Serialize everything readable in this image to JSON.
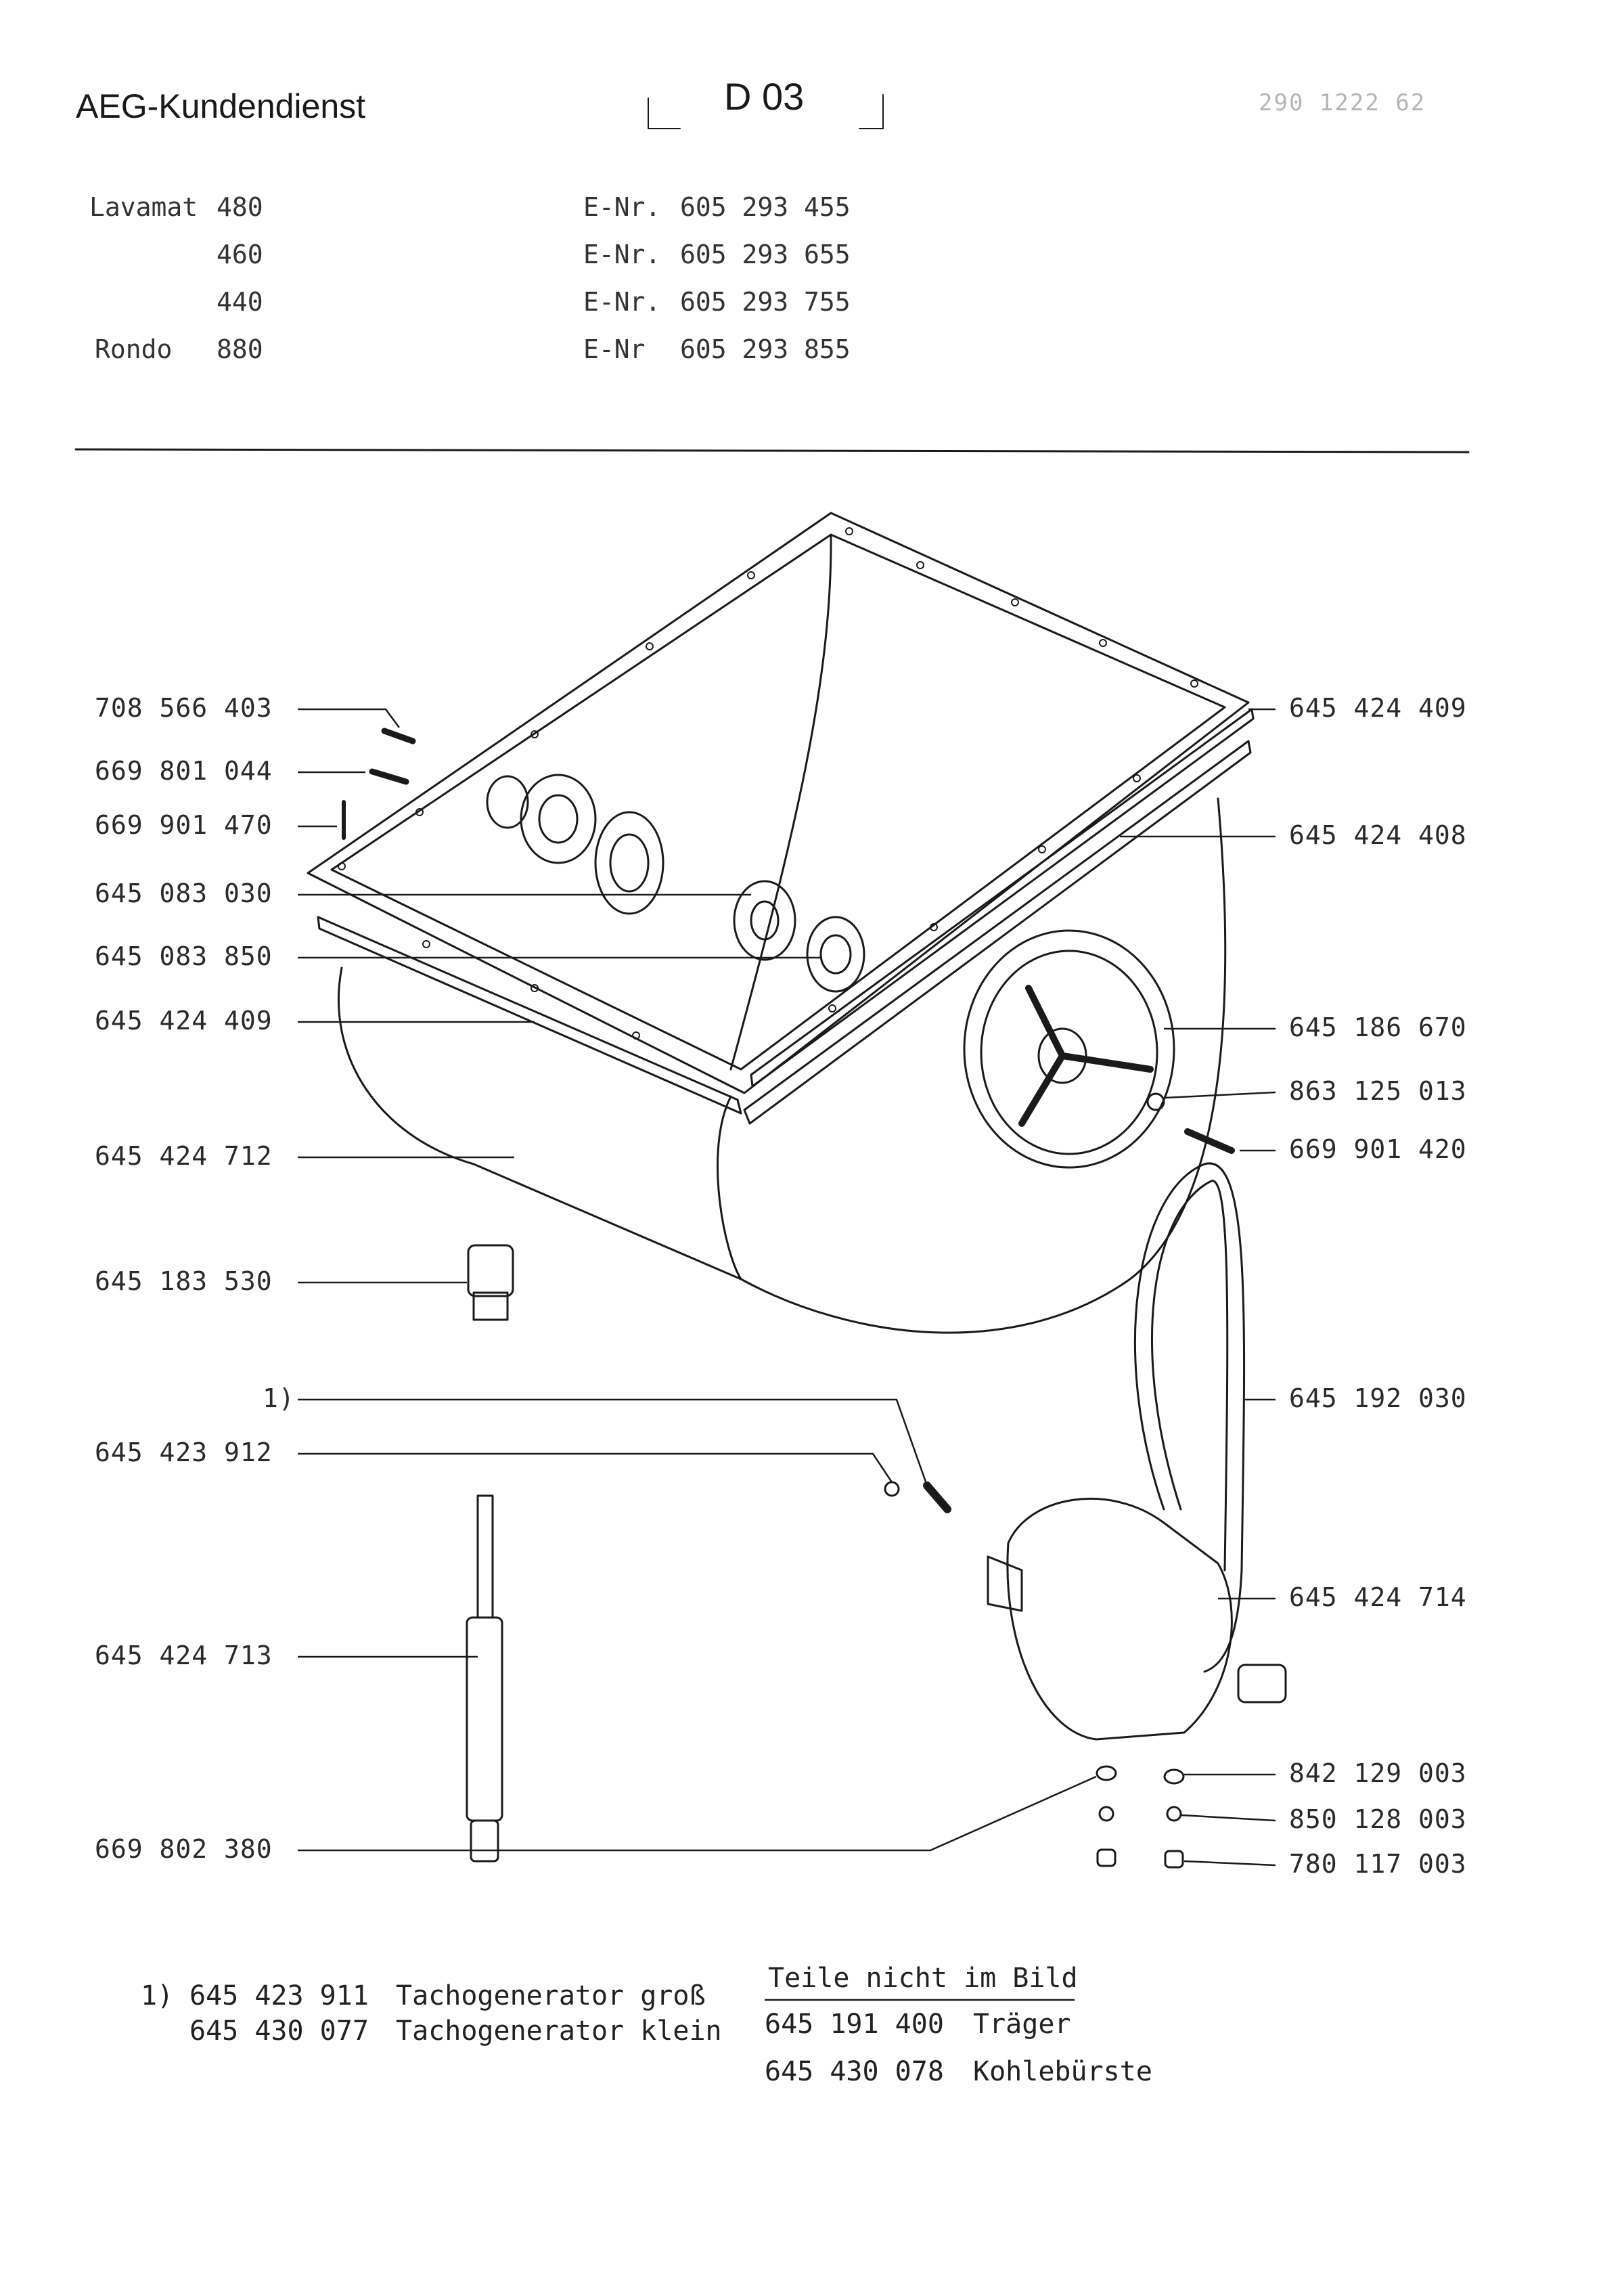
{
  "header": {
    "title": "AEG-Kundendienst",
    "doc_code": "D 03",
    "doc_number": "290 1222 62"
  },
  "models": [
    {
      "name": "Lavamat",
      "variant": "480",
      "enr_label": "E-Nr.",
      "enr": "605 293 455"
    },
    {
      "name": "",
      "variant": "460",
      "enr_label": "E-Nr.",
      "enr": "605 293 655"
    },
    {
      "name": "",
      "variant": "440",
      "enr_label": "E-Nr.",
      "enr": "605 293 755"
    },
    {
      "name": "Rondo",
      "variant": "880",
      "enr_label": "E-Nr",
      "enr": "605 293 855"
    }
  ],
  "left_labels": [
    "708 566 403",
    "669 801 044",
    "669 901 470",
    "645 083 030",
    "645 083 850",
    "645 424 409",
    "645 424 712",
    "645 183 530",
    "1)",
    "645 423 912",
    "645 424 713",
    "669 802 380"
  ],
  "right_labels": [
    "645 424 409",
    "645 424 408",
    "645 186 670",
    "863 125 013",
    "669 901 420",
    "645 192 030",
    "645 424 714",
    "842 129 003",
    "850 128 003",
    "780 117 003"
  ],
  "footnote": {
    "marker": "1)",
    "lines": [
      {
        "number": "645 423 911",
        "text": "Tachogenerator groß"
      },
      {
        "number": "645 430 077",
        "text": "Tachogenerator klein"
      }
    ]
  },
  "not_shown": {
    "heading": "Teile nicht im Bild",
    "items": [
      {
        "number": "645 191 400",
        "text": "Träger"
      },
      {
        "number": "645 430 078",
        "text": "Kohlebürste"
      }
    ]
  },
  "colors": {
    "ink": "#1a1a1a",
    "faint": "#b5b5b5"
  }
}
